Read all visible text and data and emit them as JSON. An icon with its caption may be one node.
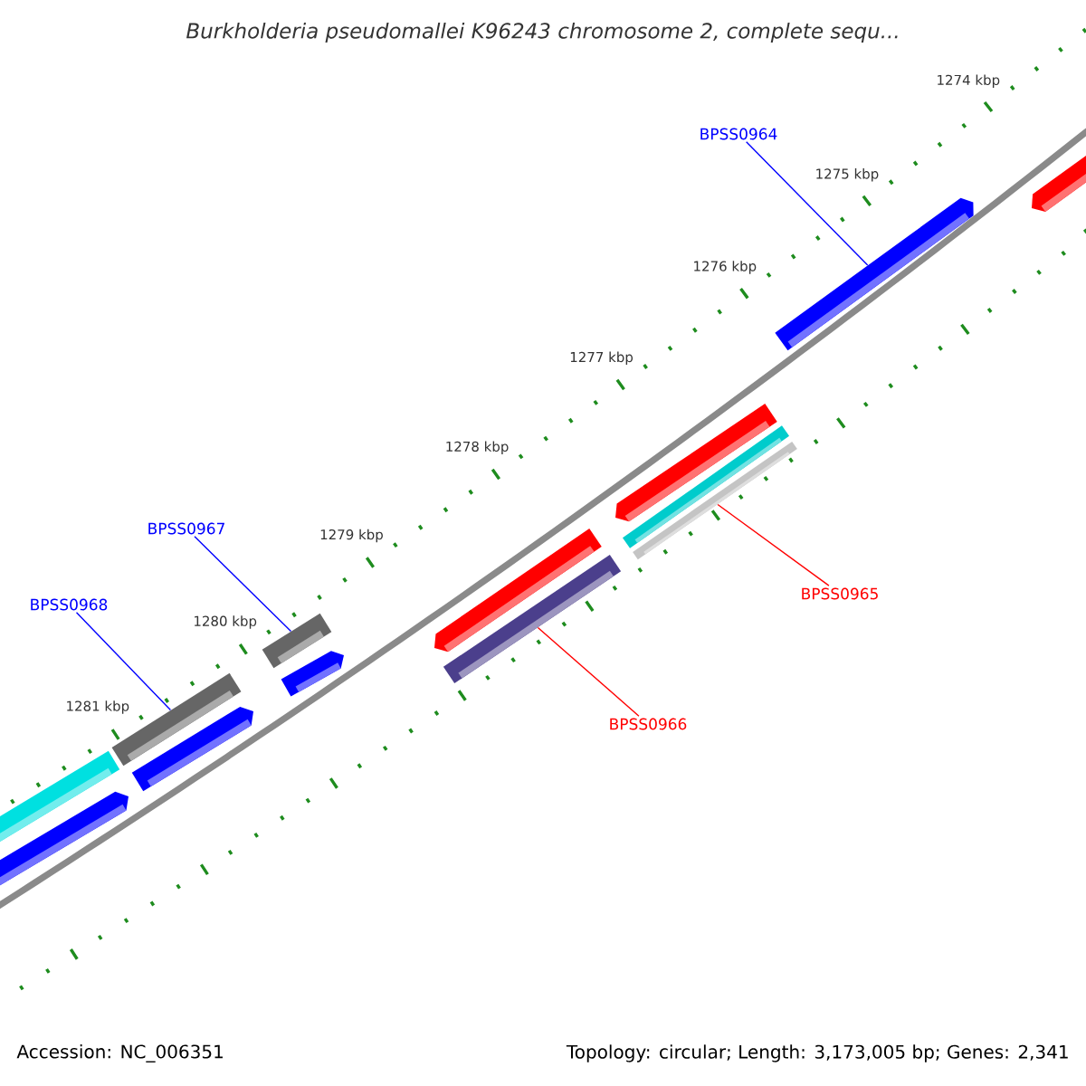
{
  "diagram": {
    "title": "Burkholderia pseudomallei K96243 chromosome 2, complete sequ...",
    "nodes": [
      {
        "text": [
          "BPSS0964"
        ]
      },
      {
        "text": [],
        "shape": "bar"
      },
      {
        "text": [
          "BPSS0967"
        ]
      },
      {
        "text": [],
        "shape": "bar"
      },
      {
        "text": [
          "BPSS0968"
        ]
      },
      {
        "text": [],
        "shape": "bar"
      },
      {
        "text": [
          "BPSS0965"
        ]
      },
      {
        "text": [],
        "shape": "bar"
      },
      {
        "text": [
          "BPSS0966"
        ]
      },
      {
        "text": [],
        "shape": "bar"
      }
    ],
    "edges": [
      {
        "from": 0,
        "to": 1,
        "arrow": "none"
      },
      {
        "from": 2,
        "to": 3,
        "arrow": "none"
      },
      {
        "from": 4,
        "to": 5,
        "arrow": "none"
      },
      {
        "from": 6,
        "to": 7,
        "arrow": "none",
        "color": "#ff0000"
      },
      {
        "from": 8,
        "to": 9,
        "arrow": "none",
        "color": "#ff0000"
      }
    ],
    "labels": [
      "1274 kbp",
      "1275 kbp",
      "1276 kbp",
      "1277 kbp",
      "1278 kbp",
      "1279 kbp",
      "1280 kbp",
      "1281 kbp",
      "Accession: NC_006351",
      "Topology: circular; Length: 3,173,005 bp; Genes: 2,341"
    ]
  }
}
